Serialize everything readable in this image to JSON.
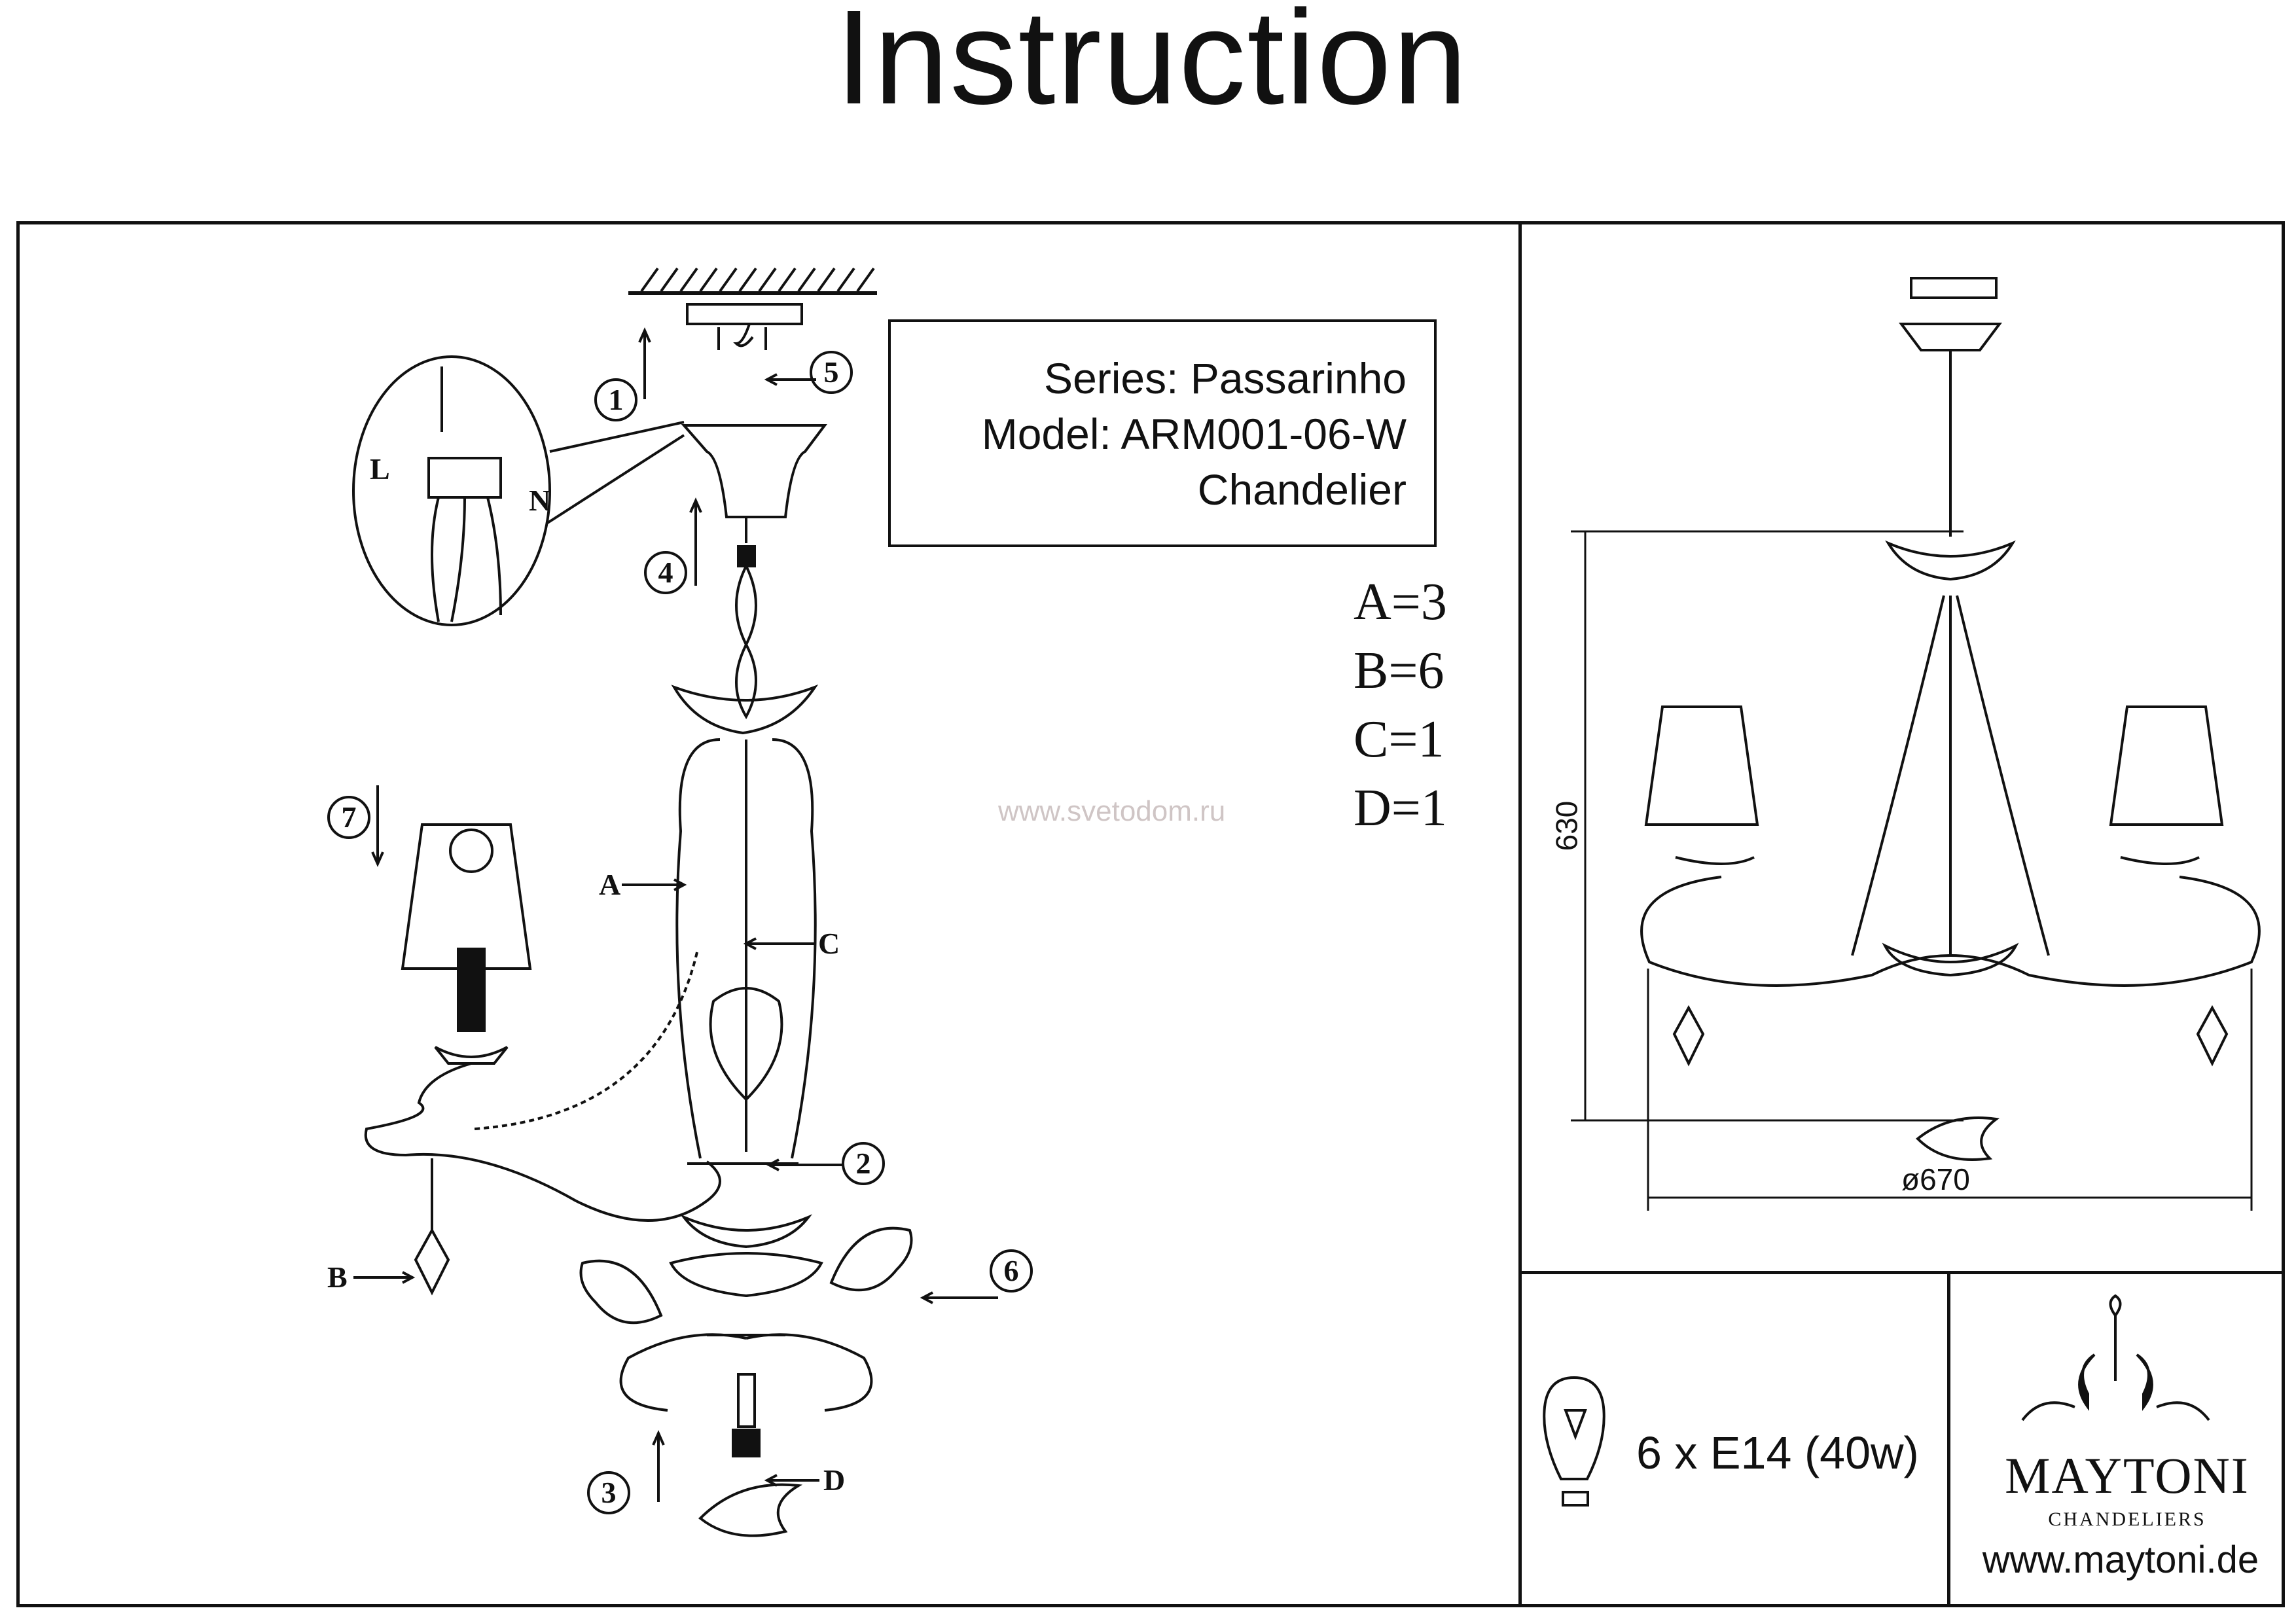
{
  "title": "Instruction",
  "product": {
    "series": "Series: Passarinho",
    "model": "Model: ARM001-06-W",
    "type": "Chandelier"
  },
  "parts": [
    "A=3",
    "B=6",
    "C=1",
    "D=1"
  ],
  "watermark": "www.svetodom.ru",
  "steps": [
    "1",
    "2",
    "3",
    "4",
    "5",
    "6",
    "7"
  ],
  "part_labels": {
    "A": "A",
    "B": "B",
    "C": "C",
    "D": "D"
  },
  "wiring_labels": {
    "live": "L",
    "neutral": "N",
    "earth_icon": "earth-ground-icon"
  },
  "dimensions": {
    "height": "630",
    "diameter": "ø670"
  },
  "bulb": {
    "icon": "light-bulb-icon",
    "spec": "6 x E14 (40w)"
  },
  "brand": {
    "name": "MAYTONI",
    "tagline": "CHANDELIERS",
    "website": "www.maytoni.de"
  }
}
